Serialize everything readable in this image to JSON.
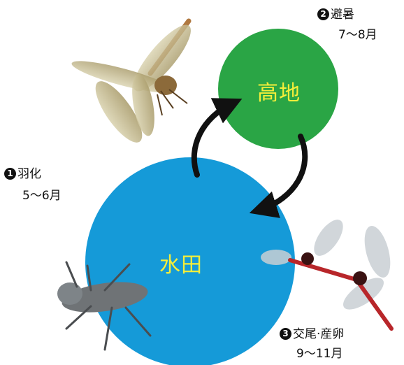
{
  "diagram": {
    "places": {
      "highland": {
        "label": "高地",
        "color": "#2aa545"
      },
      "paddy": {
        "label": "水田",
        "color": "#159ad8"
      }
    },
    "stages": [
      {
        "number": "2",
        "title": "避暑",
        "period": "7～8月"
      },
      {
        "number": "1",
        "title": "羽化",
        "period": "5～6月"
      },
      {
        "number": "3",
        "title": "交尾·産卵",
        "period": "9～11月"
      }
    ],
    "arrow_color": "#111111"
  }
}
